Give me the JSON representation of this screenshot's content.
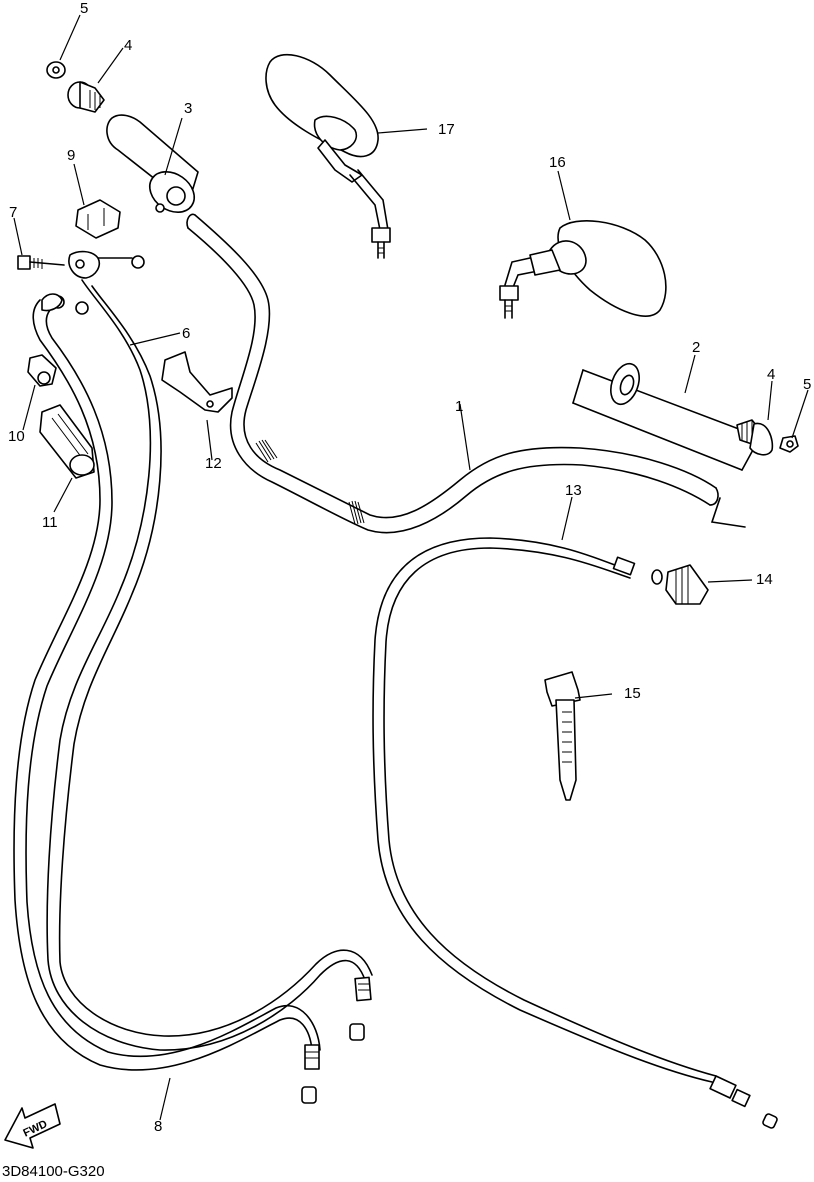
{
  "diagram": {
    "drawing_code": "3D84100-G320",
    "direction_label": "FWD",
    "callouts": [
      "1",
      "2",
      "3",
      "4",
      "4",
      "5",
      "5",
      "6",
      "7",
      "8",
      "9",
      "10",
      "11",
      "12",
      "13",
      "14",
      "15",
      "16",
      "17"
    ]
  }
}
